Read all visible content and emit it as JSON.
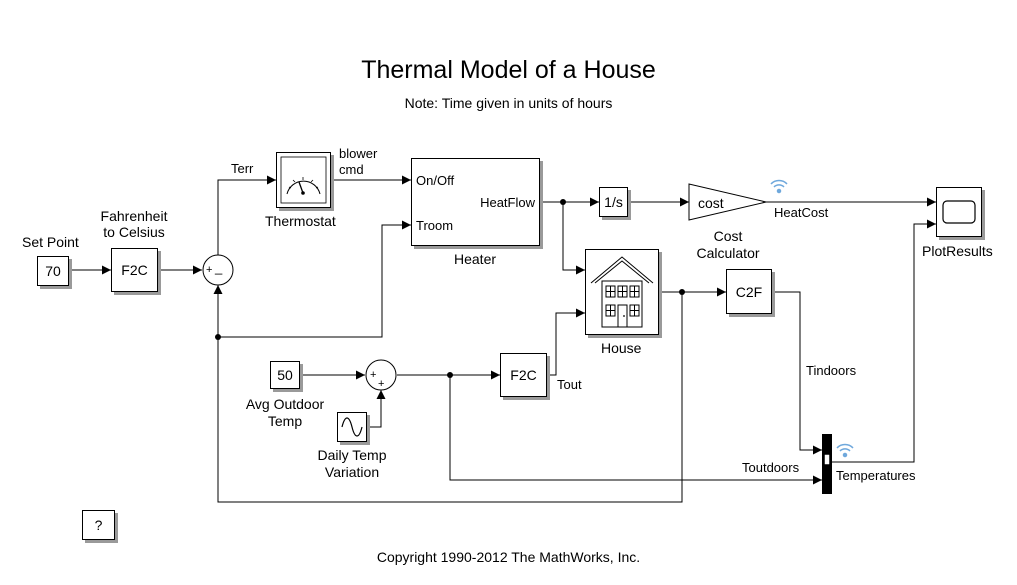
{
  "title": "Thermal Model of a House",
  "subtitle": "Note: Time given in units of hours",
  "copyright": "Copyright 1990-2012 The MathWorks, Inc.",
  "blocks": {
    "set_point": {
      "value": "70",
      "label": "Set Point"
    },
    "f2c_1": {
      "text": "F2C",
      "label_line1": "Fahrenheit",
      "label_line2": "to Celsius"
    },
    "thermostat": {
      "label": "Thermostat"
    },
    "heater": {
      "label": "Heater",
      "port_onoff": "On/Off",
      "port_troom": "Troom",
      "port_heatflow": "HeatFlow"
    },
    "integrator": {
      "text": "1/s"
    },
    "cost": {
      "text": "cost",
      "label_line1": "Cost",
      "label_line2": "Calculator"
    },
    "plot_results": {
      "label": "PlotResults"
    },
    "house": {
      "label": "House"
    },
    "c2f": {
      "text": "C2F"
    },
    "avg_outdoor": {
      "value": "50",
      "label_line1": "Avg Outdoor",
      "label_line2": "Temp"
    },
    "daily_temp": {
      "label_line1": "Daily Temp",
      "label_line2": "Variation"
    },
    "f2c_2": {
      "text": "F2C"
    },
    "temperatures": {
      "label": "Temperatures"
    },
    "help": {
      "text": "?"
    }
  },
  "signals": {
    "terr": "Terr",
    "blower_line1": "blower",
    "blower_line2": "cmd",
    "heatcost": "HeatCost",
    "tindoors": "Tindoors",
    "toutdoors": "Toutdoors",
    "tout": "Tout"
  },
  "sum_signs": {
    "sum1_plus": "+",
    "sum1_minus": "_",
    "sum2_plus1": "+",
    "sum2_plus2": "+"
  },
  "colors": {
    "block_shadow": "#9a9a9a",
    "wifi_icon": "#6fa8dc"
  }
}
